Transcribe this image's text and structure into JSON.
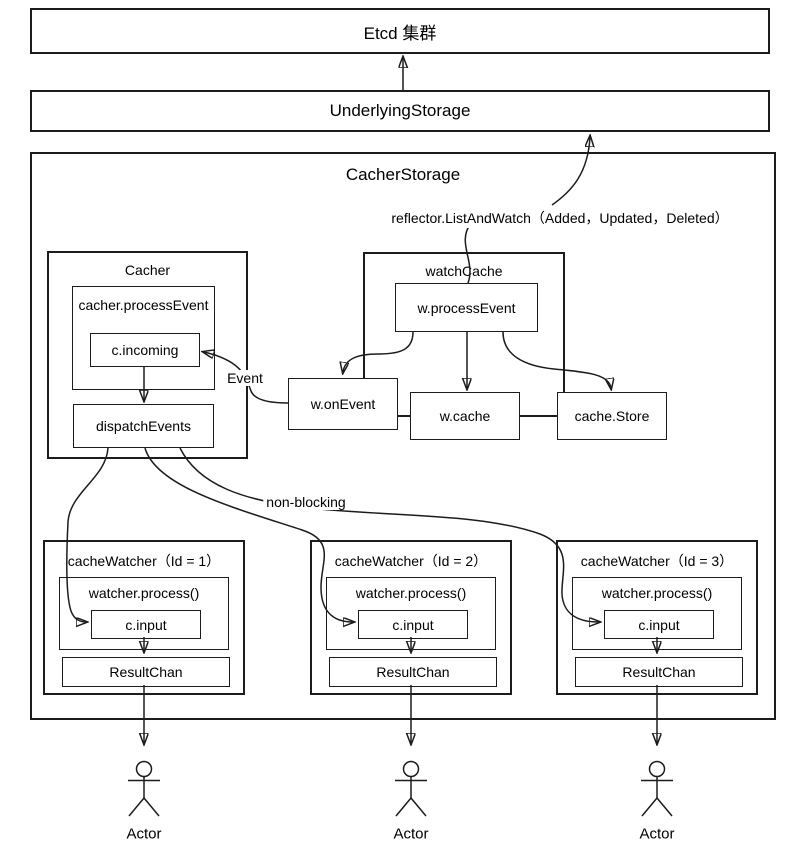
{
  "diagram": {
    "etcd_label": "Etcd 集群",
    "underlying_storage_label": "UnderlyingStorage",
    "cacher_storage_label": "CacherStorage",
    "reflector_label": "reflector.ListAndWatch（Added，Updated，Deleted）",
    "event_label": "Event",
    "non_blocking_label": "non-blocking",
    "cacher": {
      "title": "Cacher",
      "process_event": "cacher.processEvent",
      "incoming": "c.incoming",
      "dispatch_events": "dispatchEvents"
    },
    "watch_cache": {
      "title": "watchCache",
      "process_event": "w.processEvent",
      "on_event": "w.onEvent",
      "cache": "w.cache",
      "store": "cache.Store"
    },
    "watchers": [
      {
        "title": "cacheWatcher（Id = 1）",
        "process": "watcher.process()",
        "input": "c.input",
        "result_chan": "ResultChan",
        "actor": "Actor"
      },
      {
        "title": "cacheWatcher（Id = 2）",
        "process": "watcher.process()",
        "input": "c.input",
        "result_chan": "ResultChan",
        "actor": "Actor"
      },
      {
        "title": "cacheWatcher（Id = 3）",
        "process": "watcher.process()",
        "input": "c.input",
        "result_chan": "ResultChan",
        "actor": "Actor"
      }
    ],
    "colors": {
      "stroke": "#1c1c1c",
      "background": "#ffffff"
    }
  }
}
